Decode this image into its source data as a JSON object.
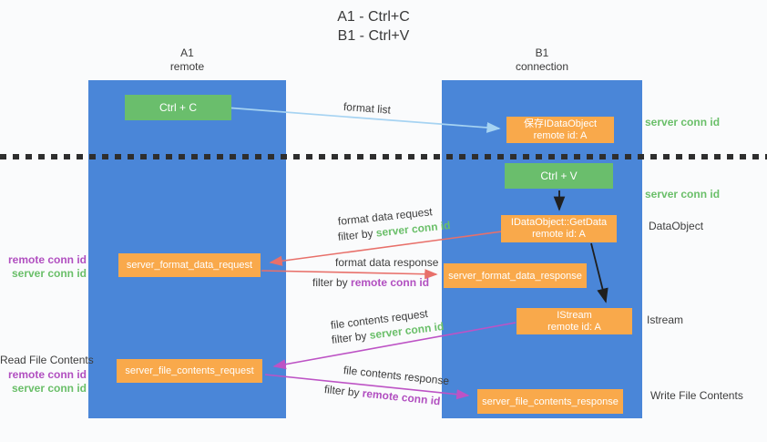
{
  "title": {
    "line1": "A1 - Ctrl+C",
    "line2": "B1 - Ctrl+V"
  },
  "lanes": {
    "left": {
      "title": "A1",
      "subtitle": "remote"
    },
    "right": {
      "title": "B1",
      "subtitle": "connection"
    }
  },
  "nodes": {
    "ctrl_c": {
      "label": "Ctrl + C"
    },
    "save_idataobject": {
      "line1": "保存IDataObject",
      "line2": "remote id: A"
    },
    "ctrl_v": {
      "label": "Ctrl + V"
    },
    "getdata": {
      "line1": "IDataObject::GetData",
      "line2": "remote id: A"
    },
    "server_format_data_request": {
      "label": "server_format_data_request"
    },
    "server_format_data_response": {
      "label": "server_format_data_response"
    },
    "istream": {
      "line1": "IStream",
      "line2": "remote id: A"
    },
    "server_file_contents_request": {
      "label": "server_file_contents_request"
    },
    "server_file_contents_response": {
      "label": "server_file_contents_response"
    }
  },
  "labels": {
    "format_list": "format list",
    "format_data_request": "format data request",
    "format_data_response": "format data response",
    "file_contents_request": "file contents request",
    "file_contents_response": "file contents response",
    "filter_by": "filter by",
    "server_conn_id": "server conn id",
    "remote_conn_id": "remote conn id",
    "dataobject": "DataObject",
    "istream": "Istream",
    "read_file_contents": "Read File Contents",
    "write_file_contents": "Write File Contents"
  },
  "colors": {
    "lane_blue": "#4a86d8",
    "node_green": "#6abe6c",
    "node_orange": "#f9a94b",
    "arrow_red": "#e8706a",
    "arrow_magenta": "#bd53c5",
    "arrow_light_blue": "#a6d3f2",
    "arrow_black": "#1f1f1f",
    "text_green": "#6abf69",
    "text_purple": "#b14fc0",
    "background": "#fafbfc"
  }
}
